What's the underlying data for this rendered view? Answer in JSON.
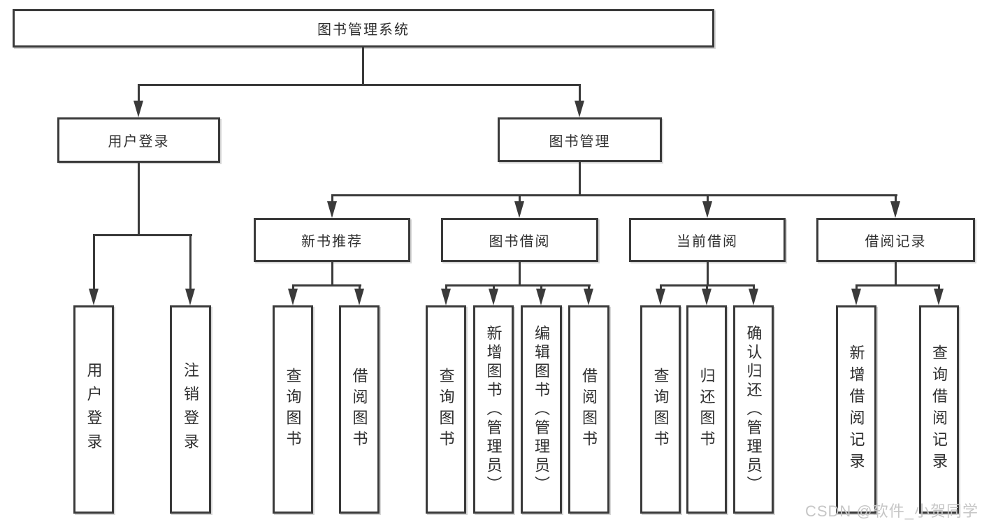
{
  "diagram": {
    "type": "function-tree",
    "title": "图书管理系统",
    "nodes": {
      "root": "图书管理系统",
      "user_login": "用户登录",
      "book_management": "图书管理",
      "new_book_recommend": "新书推荐",
      "book_borrowing": "图书借阅",
      "current_borrowing": "当前借阅",
      "borrowing_records": "借阅记录",
      "leaf_user_login": "用户登录",
      "leaf_logout": "注销登录",
      "leaf_nbr_query_books": "查询图书",
      "leaf_nbr_borrow_books": "借阅图书",
      "leaf_bb_query_books": "查询图书",
      "leaf_bb_add_books": "新增图书（管理员）",
      "leaf_bb_edit_books": "编辑图书（管理员）",
      "leaf_bb_borrow_books": "借阅图书",
      "leaf_cb_query_books": "查询图书",
      "leaf_cb_return_books": "归还图书",
      "leaf_cb_confirm_return": "确认归还（管理员）",
      "leaf_br_add_record": "新增借阅记录",
      "leaf_br_query_record": "查询借阅记录"
    },
    "structure": {
      "图书管理系统": [
        "用户登录",
        "图书管理"
      ],
      "用户登录": [
        "用户登录",
        "注销登录"
      ],
      "图书管理": [
        "新书推荐",
        "图书借阅",
        "当前借阅",
        "借阅记录"
      ],
      "新书推荐": [
        "查询图书",
        "借阅图书"
      ],
      "图书借阅": [
        "查询图书",
        "新增图书（管理员）",
        "编辑图书（管理员）",
        "借阅图书"
      ],
      "当前借阅": [
        "查询图书",
        "归还图书",
        "确认归还（管理员）"
      ],
      "借阅记录": [
        "新增借阅记录",
        "查询借阅记录"
      ]
    },
    "colors": {
      "line": "#3a3a3a",
      "box_border": "#3a3a3a",
      "text": "#2f2f2f",
      "background": "#ffffff"
    }
  },
  "watermark": {
    "text": "CSDN @软件_小贺同学",
    "color": "#c6c6c6"
  }
}
